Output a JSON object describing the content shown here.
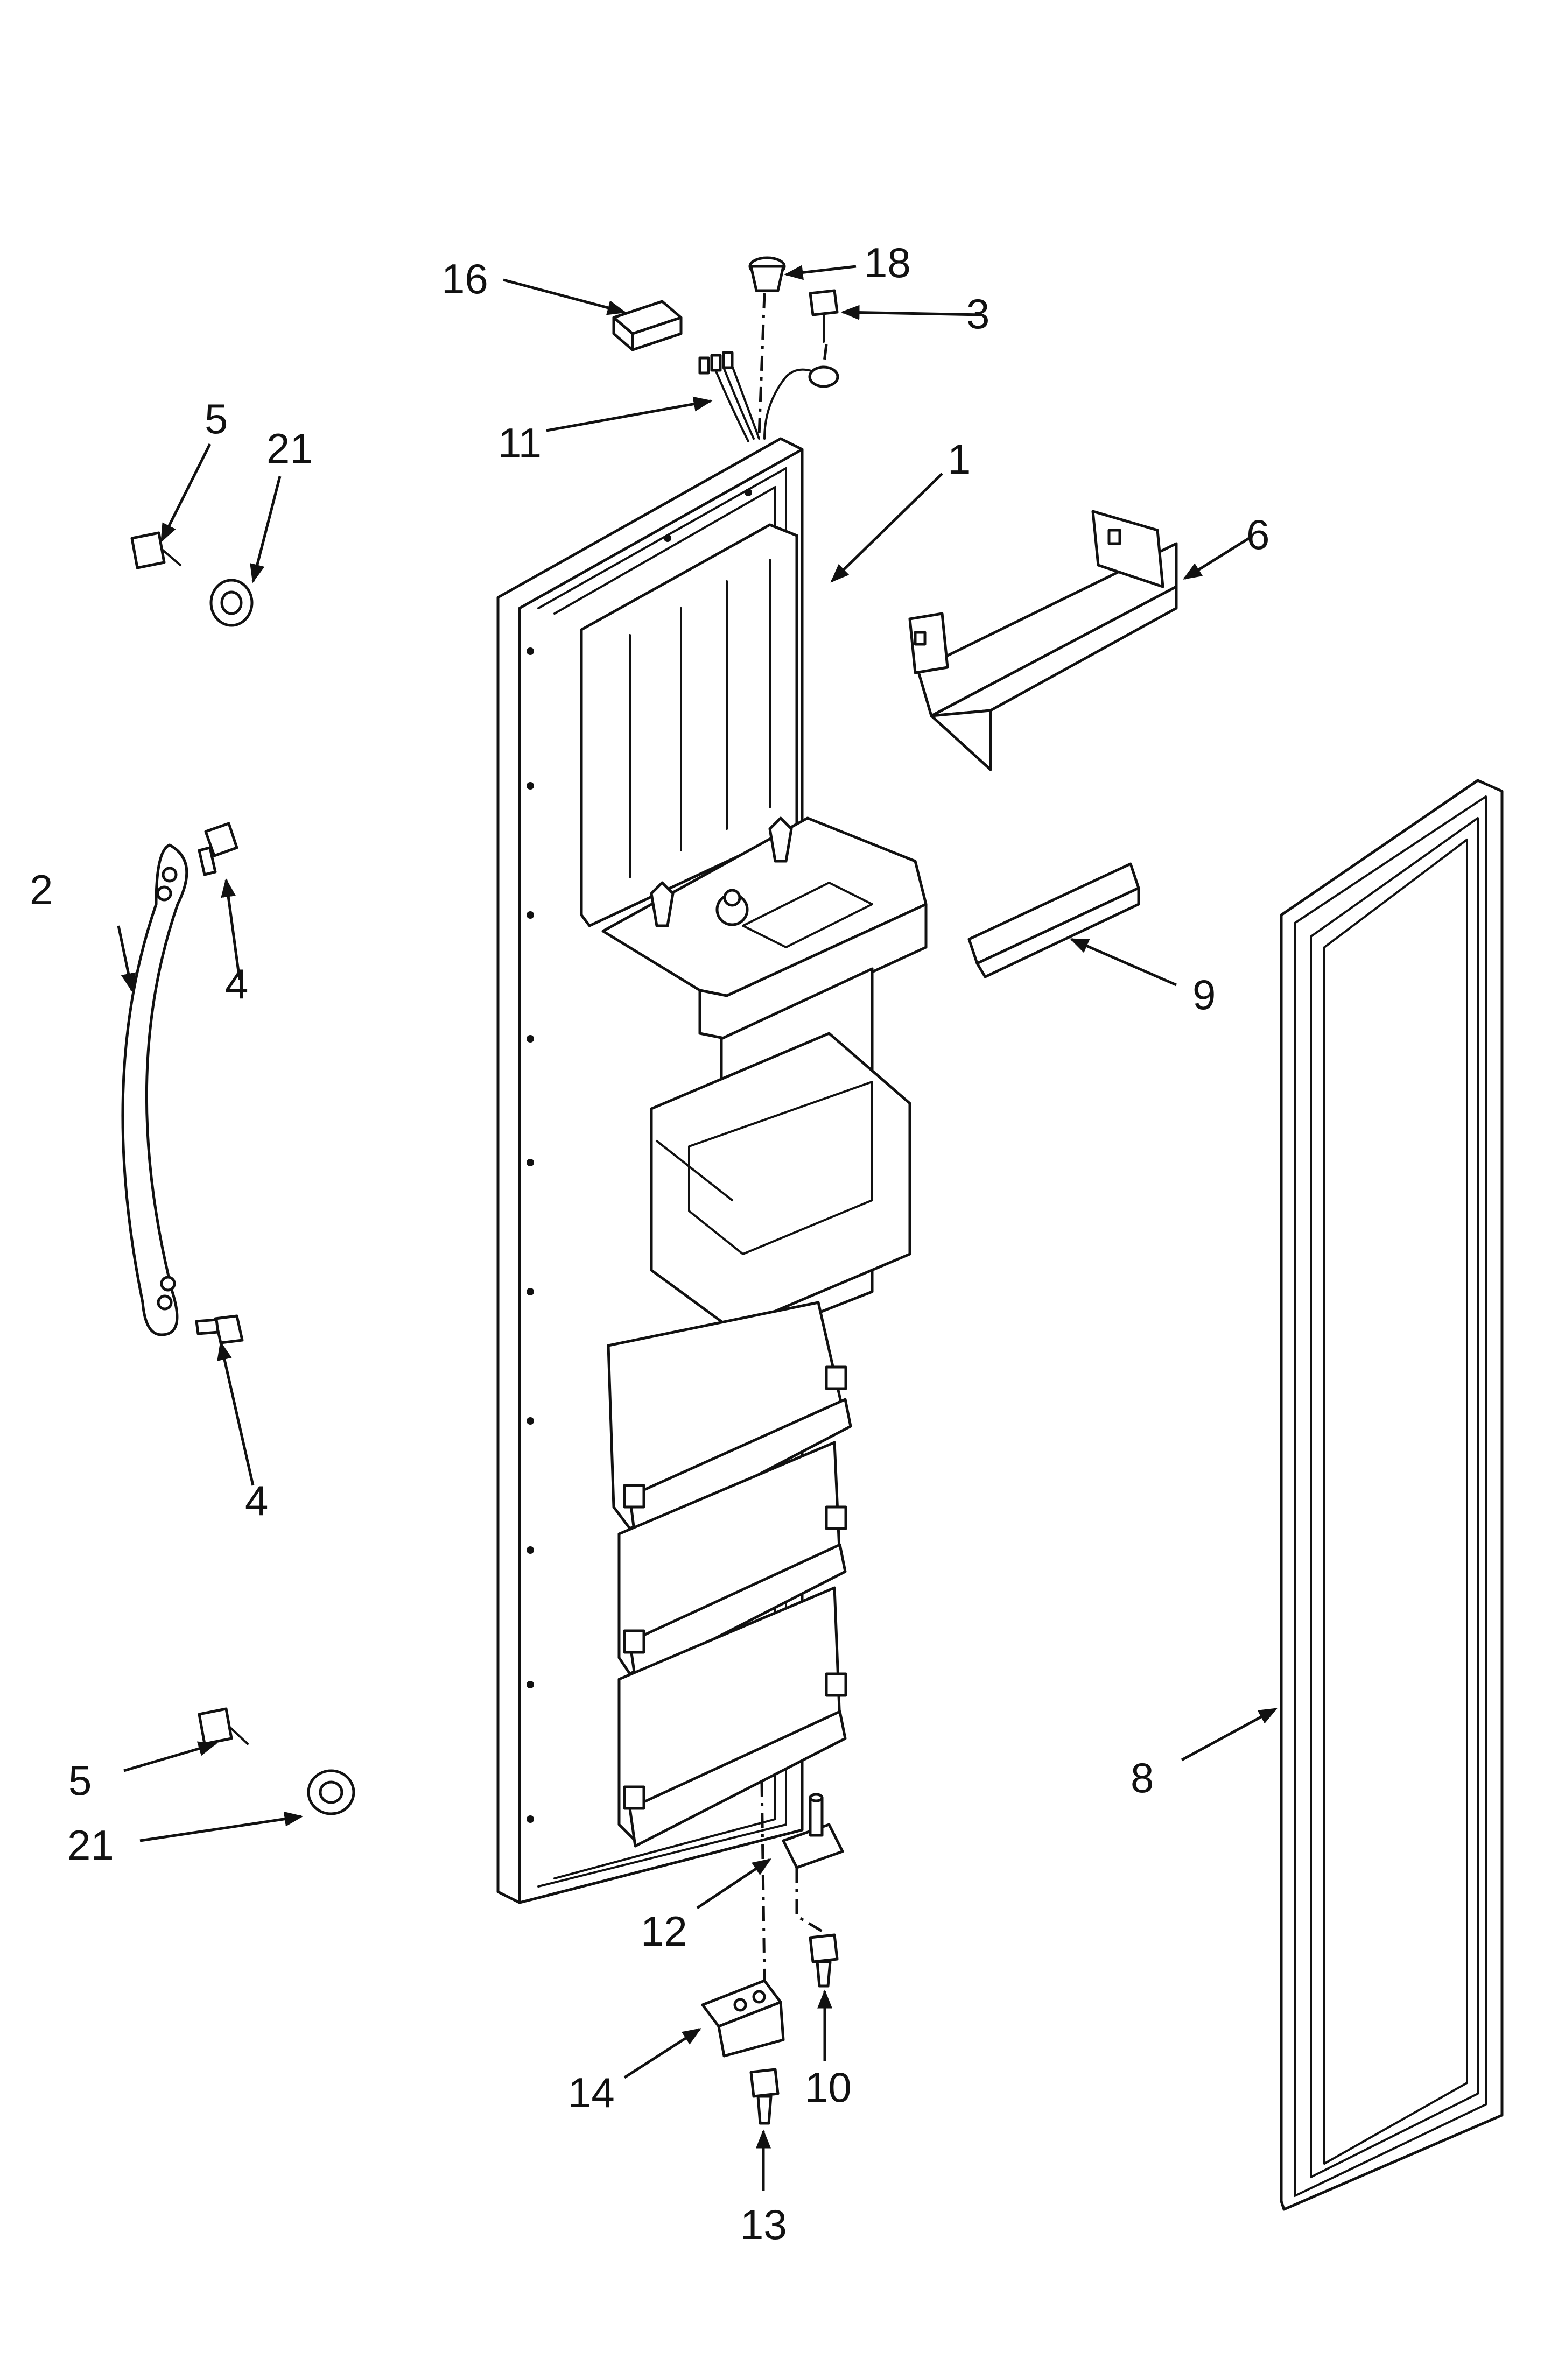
{
  "callouts": {
    "n1": "1",
    "n2": "2",
    "n3": "3",
    "n4a": "4",
    "n4b": "4",
    "n5a": "5",
    "n5b": "5",
    "n6": "6",
    "n8": "8",
    "n9": "9",
    "n10": "10",
    "n11": "11",
    "n12": "12",
    "n13": "13",
    "n14": "14",
    "n16": "16",
    "n18": "18",
    "n21a": "21",
    "n21b": "21"
  },
  "colors": {
    "ink": "#111111",
    "paper": "#ffffff"
  }
}
